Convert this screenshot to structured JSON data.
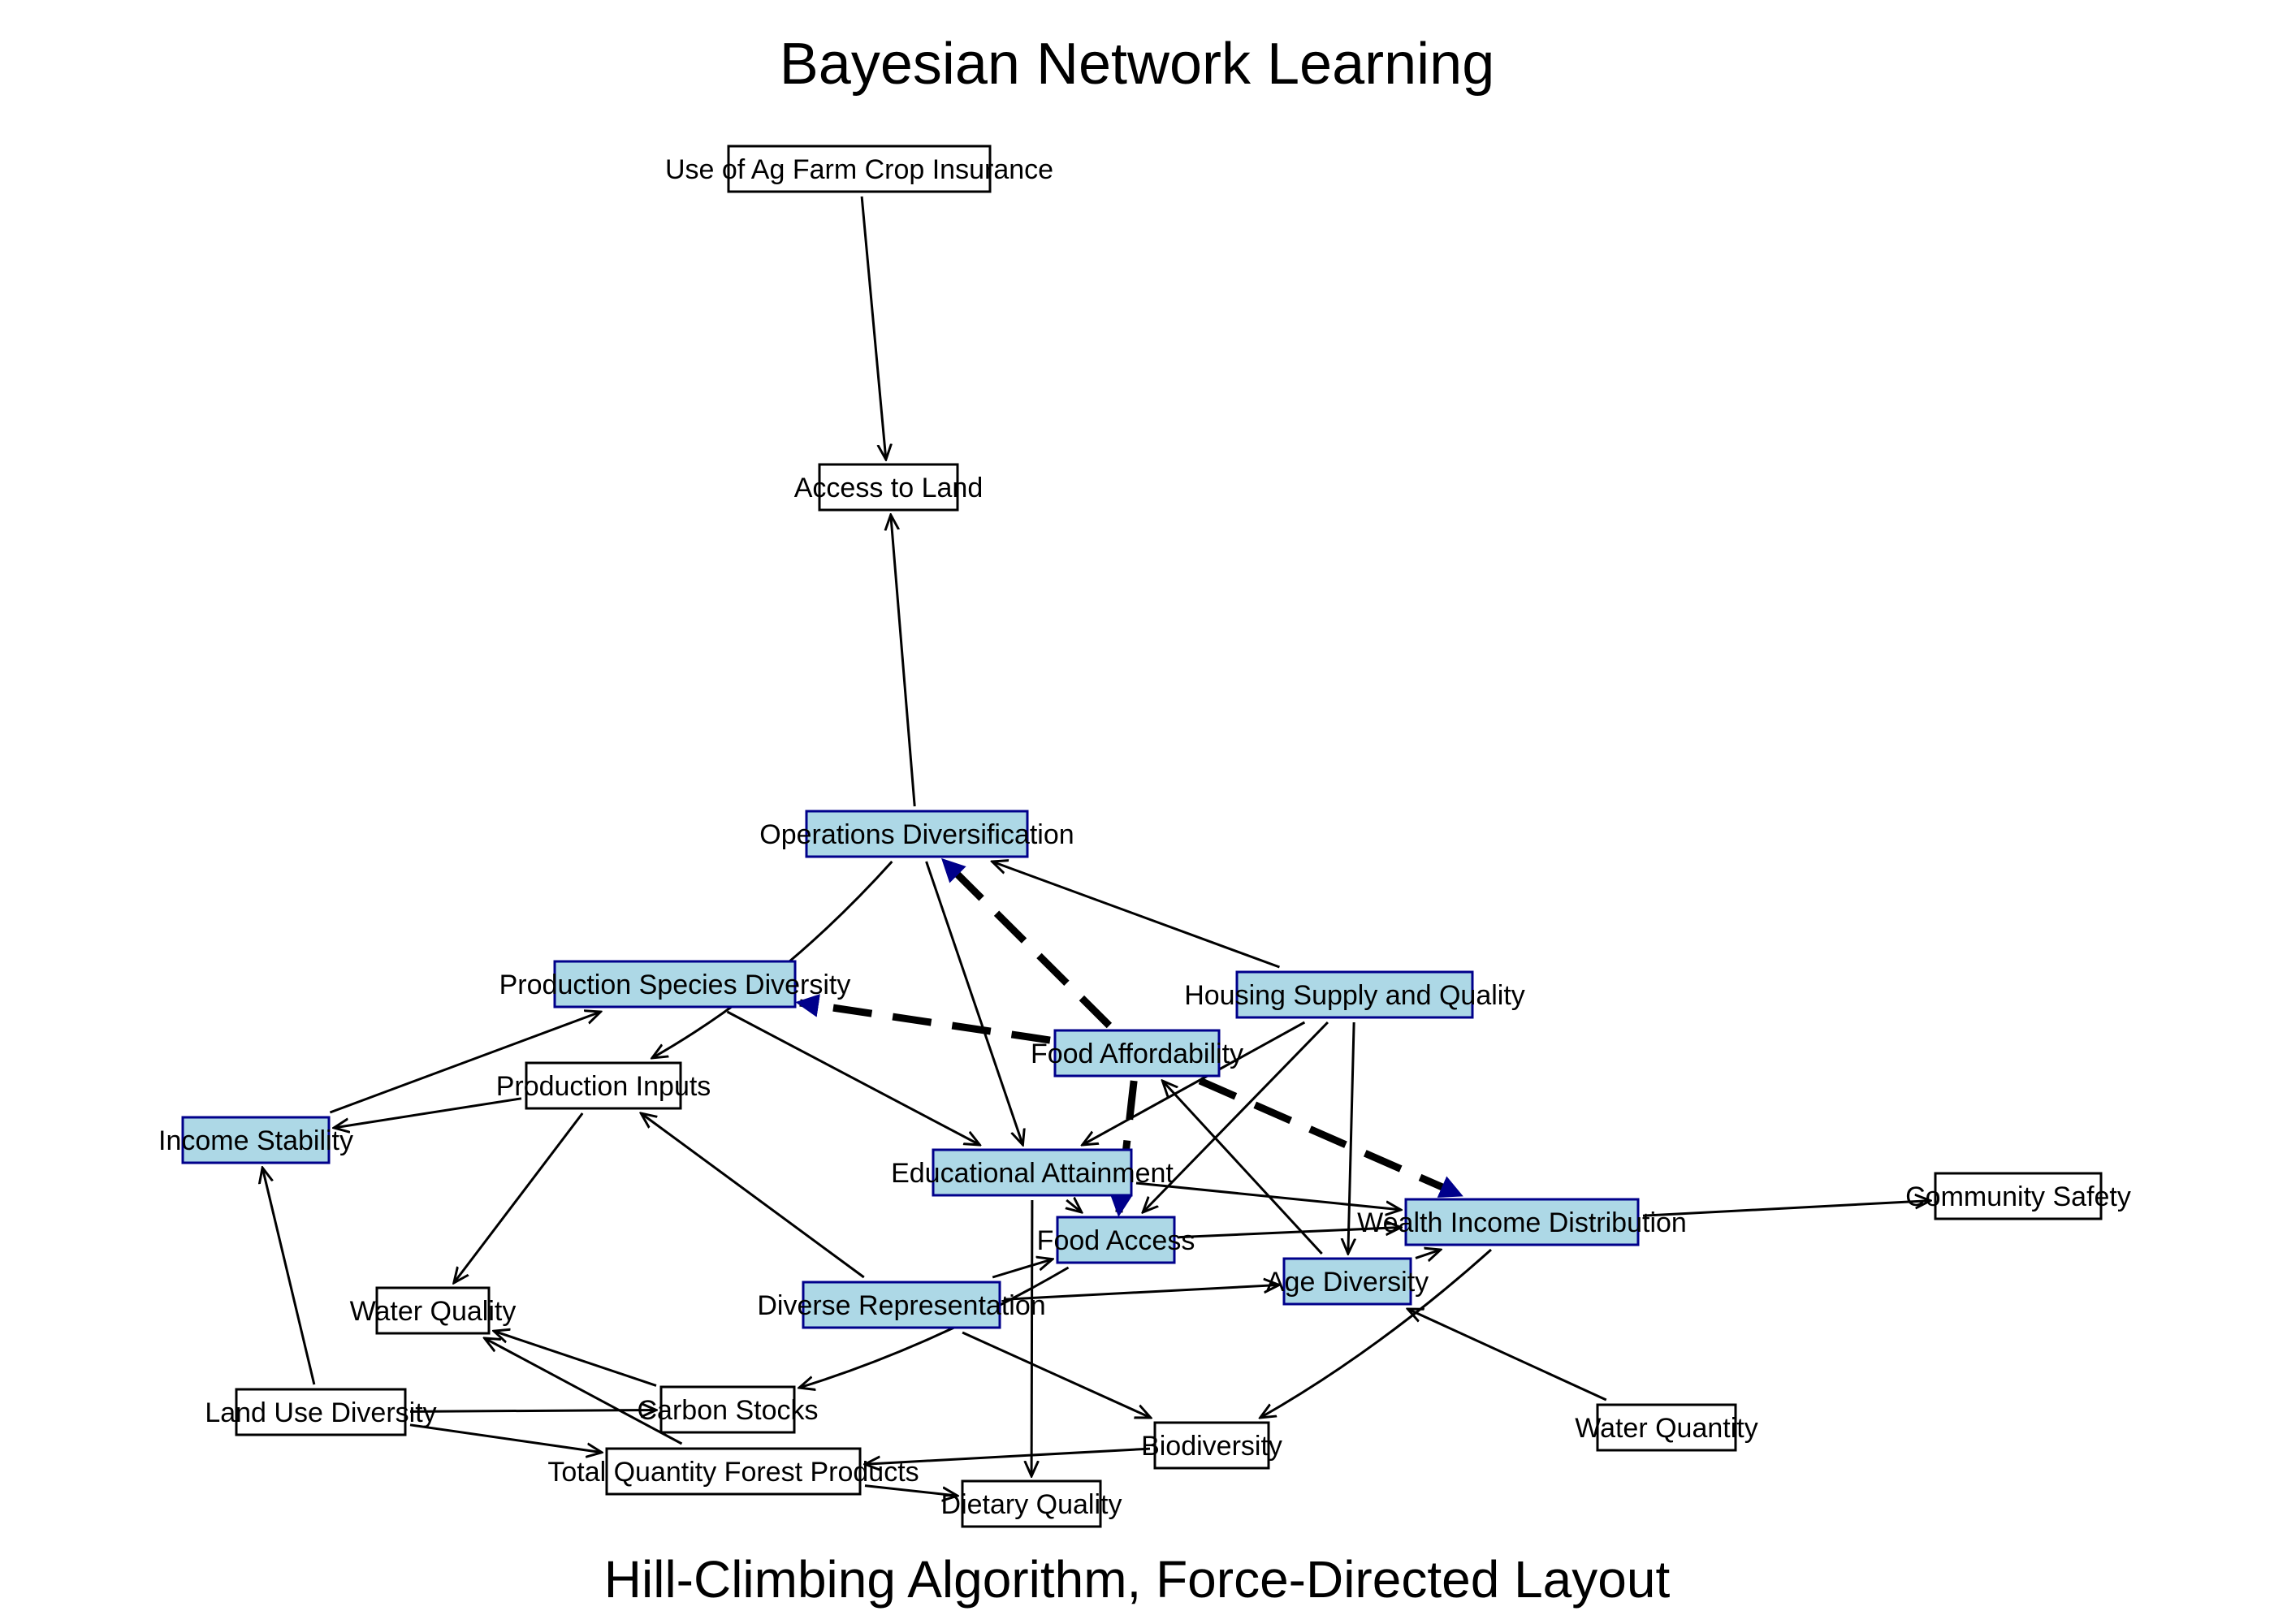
{
  "title": "Bayesian Network Learning",
  "subtitle": "Hill-Climbing Algorithm, Force-Directed Layout",
  "colors": {
    "highlighted_fill": "#add8e6",
    "highlighted_border": "#00008b",
    "plain_fill": "#ffffff",
    "plain_border": "#000000",
    "edge": "#000000",
    "highlighted_edge": "#00008b"
  },
  "nodes": [
    {
      "id": "crop_insurance",
      "label": "Use of Ag Farm Crop Insurance",
      "highlighted": false
    },
    {
      "id": "access_land",
      "label": "Access to Land",
      "highlighted": false
    },
    {
      "id": "ops_div",
      "label": "Operations Diversification",
      "highlighted": true
    },
    {
      "id": "prod_species",
      "label": "Production Species Diversity",
      "highlighted": true
    },
    {
      "id": "housing",
      "label": "Housing Supply and Quality",
      "highlighted": true
    },
    {
      "id": "food_afford",
      "label": "Food Affordability",
      "highlighted": true
    },
    {
      "id": "prod_inputs",
      "label": "Production Inputs",
      "highlighted": false
    },
    {
      "id": "income_stab",
      "label": "Income Stability",
      "highlighted": true
    },
    {
      "id": "edu",
      "label": "Educational Attainment",
      "highlighted": true
    },
    {
      "id": "community",
      "label": "Community Safety",
      "highlighted": false
    },
    {
      "id": "wealth",
      "label": "Wealth Income Distribution",
      "highlighted": true
    },
    {
      "id": "food_access",
      "label": "Food Access",
      "highlighted": true
    },
    {
      "id": "age_div",
      "label": "Age Diversity",
      "highlighted": true
    },
    {
      "id": "diverse_rep",
      "label": "Diverse Representation",
      "highlighted": true
    },
    {
      "id": "water_quality",
      "label": "Water Quality",
      "highlighted": false
    },
    {
      "id": "land_use",
      "label": "Land Use Diversity",
      "highlighted": false
    },
    {
      "id": "carbon",
      "label": "Carbon Stocks",
      "highlighted": false
    },
    {
      "id": "water_quantity",
      "label": "Water Quantity",
      "highlighted": false
    },
    {
      "id": "biodiversity",
      "label": "Biodiversity",
      "highlighted": false
    },
    {
      "id": "forest",
      "label": "Total Quantity Forest Products",
      "highlighted": false
    },
    {
      "id": "dietary",
      "label": "Dietary Quality",
      "highlighted": false
    }
  ],
  "edges": [
    {
      "from": "crop_insurance",
      "to": "access_land",
      "highlighted": false
    },
    {
      "from": "ops_div",
      "to": "access_land",
      "highlighted": false
    },
    {
      "from": "ops_div",
      "to": "prod_inputs",
      "highlighted": false
    },
    {
      "from": "ops_div",
      "to": "edu",
      "highlighted": false
    },
    {
      "from": "housing",
      "to": "ops_div",
      "highlighted": false
    },
    {
      "from": "housing",
      "to": "edu",
      "highlighted": false
    },
    {
      "from": "housing",
      "to": "food_access",
      "highlighted": false
    },
    {
      "from": "housing",
      "to": "age_div",
      "highlighted": false
    },
    {
      "from": "food_afford",
      "to": "ops_div",
      "highlighted": true
    },
    {
      "from": "food_afford",
      "to": "prod_species",
      "highlighted": true
    },
    {
      "from": "food_afford",
      "to": "food_access",
      "highlighted": true
    },
    {
      "from": "food_afford",
      "to": "wealth",
      "highlighted": true
    },
    {
      "from": "prod_species",
      "to": "edu",
      "highlighted": false
    },
    {
      "from": "income_stab",
      "to": "prod_species",
      "highlighted": false
    },
    {
      "from": "prod_inputs",
      "to": "income_stab",
      "highlighted": false
    },
    {
      "from": "prod_inputs",
      "to": "water_quality",
      "highlighted": false
    },
    {
      "from": "land_use",
      "to": "income_stab",
      "highlighted": false
    },
    {
      "from": "land_use",
      "to": "carbon",
      "highlighted": false
    },
    {
      "from": "land_use",
      "to": "forest",
      "highlighted": false
    },
    {
      "from": "edu",
      "to": "wealth",
      "highlighted": false
    },
    {
      "from": "edu",
      "to": "food_access",
      "highlighted": false
    },
    {
      "from": "edu",
      "to": "dietary",
      "highlighted": false
    },
    {
      "from": "food_access",
      "to": "wealth",
      "highlighted": false
    },
    {
      "from": "food_access",
      "to": "carbon",
      "highlighted": false
    },
    {
      "from": "wealth",
      "to": "community",
      "highlighted": false
    },
    {
      "from": "wealth",
      "to": "biodiversity",
      "highlighted": false
    },
    {
      "from": "age_div",
      "to": "food_afford",
      "highlighted": false
    },
    {
      "from": "age_div",
      "to": "wealth",
      "highlighted": false
    },
    {
      "from": "diverse_rep",
      "to": "prod_inputs",
      "highlighted": false
    },
    {
      "from": "diverse_rep",
      "to": "food_access",
      "highlighted": false
    },
    {
      "from": "diverse_rep",
      "to": "age_div",
      "highlighted": false
    },
    {
      "from": "diverse_rep",
      "to": "biodiversity",
      "highlighted": false
    },
    {
      "from": "water_quantity",
      "to": "age_div",
      "highlighted": false
    },
    {
      "from": "carbon",
      "to": "water_quality",
      "highlighted": false
    },
    {
      "from": "forest",
      "to": "water_quality",
      "highlighted": false
    },
    {
      "from": "forest",
      "to": "dietary",
      "highlighted": false
    },
    {
      "from": "biodiversity",
      "to": "forest",
      "highlighted": false
    }
  ]
}
